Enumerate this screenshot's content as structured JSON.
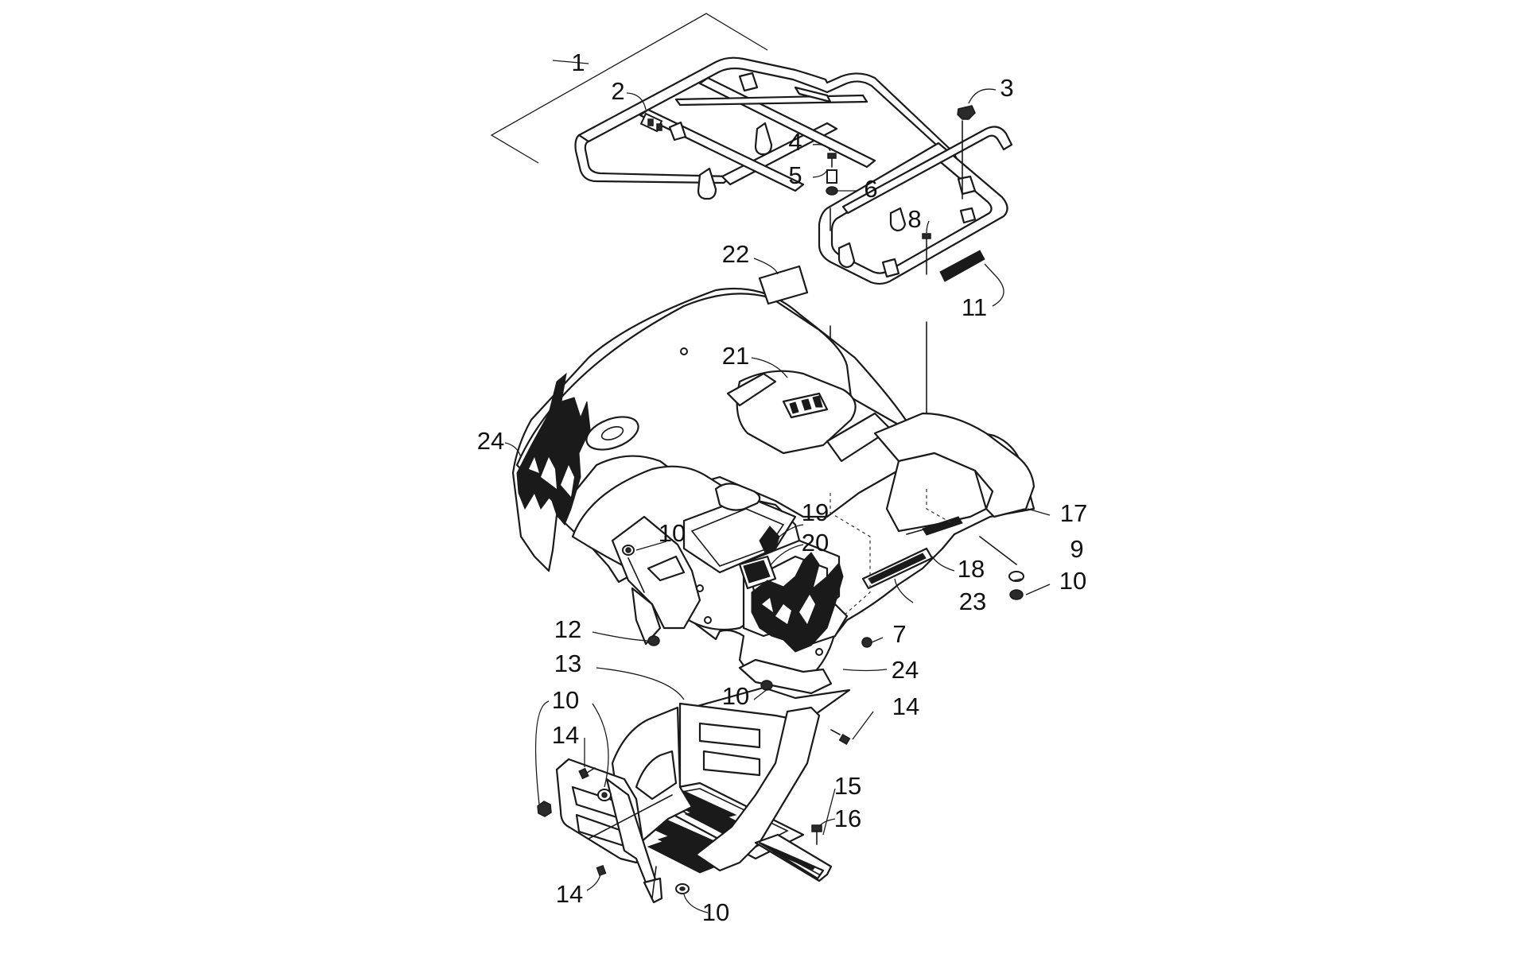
{
  "labels": [
    {
      "id": "1",
      "text": "1"
    },
    {
      "id": "2",
      "text": "2"
    },
    {
      "id": "3",
      "text": "3"
    },
    {
      "id": "4",
      "text": "4"
    },
    {
      "id": "5",
      "text": "5"
    },
    {
      "id": "6",
      "text": "6"
    },
    {
      "id": "7",
      "text": "7"
    },
    {
      "id": "8",
      "text": "8"
    },
    {
      "id": "9",
      "text": "9"
    },
    {
      "id": "10a",
      "text": "10"
    },
    {
      "id": "10b",
      "text": "10"
    },
    {
      "id": "10c",
      "text": "10"
    },
    {
      "id": "10d",
      "text": "10"
    },
    {
      "id": "10e",
      "text": "10"
    },
    {
      "id": "11",
      "text": "11"
    },
    {
      "id": "12",
      "text": "12"
    },
    {
      "id": "13",
      "text": "13"
    },
    {
      "id": "14a",
      "text": "14"
    },
    {
      "id": "14b",
      "text": "14"
    },
    {
      "id": "14c",
      "text": "14"
    },
    {
      "id": "15",
      "text": "15"
    },
    {
      "id": "16",
      "text": "16"
    },
    {
      "id": "17",
      "text": "17"
    },
    {
      "id": "18",
      "text": "18"
    },
    {
      "id": "19",
      "text": "19"
    },
    {
      "id": "20",
      "text": "20"
    },
    {
      "id": "21",
      "text": "21"
    },
    {
      "id": "22",
      "text": "22"
    },
    {
      "id": "23",
      "text": "23"
    },
    {
      "id": "24a",
      "text": "24"
    },
    {
      "id": "24b",
      "text": "24"
    }
  ]
}
